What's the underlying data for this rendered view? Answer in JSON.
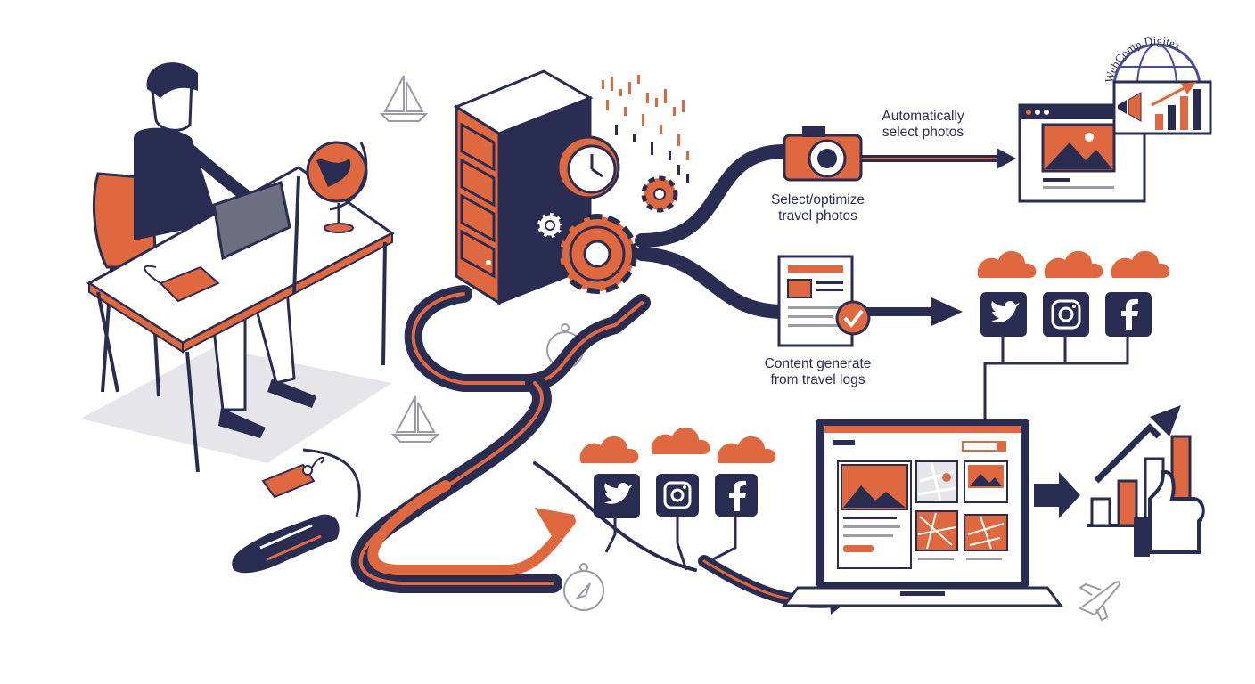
{
  "labels": {
    "auto_select": "Automatically\nselect photos",
    "select_optimize": "Select/optimize\ntravel photos",
    "content_generate": "Content generate\nfrom travel logs"
  },
  "logo": {
    "text": "WebComp Digitex"
  },
  "social_icons": [
    "twitter-icon",
    "instagram-icon",
    "facebook-icon"
  ],
  "colors": {
    "navy": "#2a2d52",
    "orange": "#e0683e",
    "light_gray": "#e6e6ea",
    "white": "#ffffff"
  }
}
